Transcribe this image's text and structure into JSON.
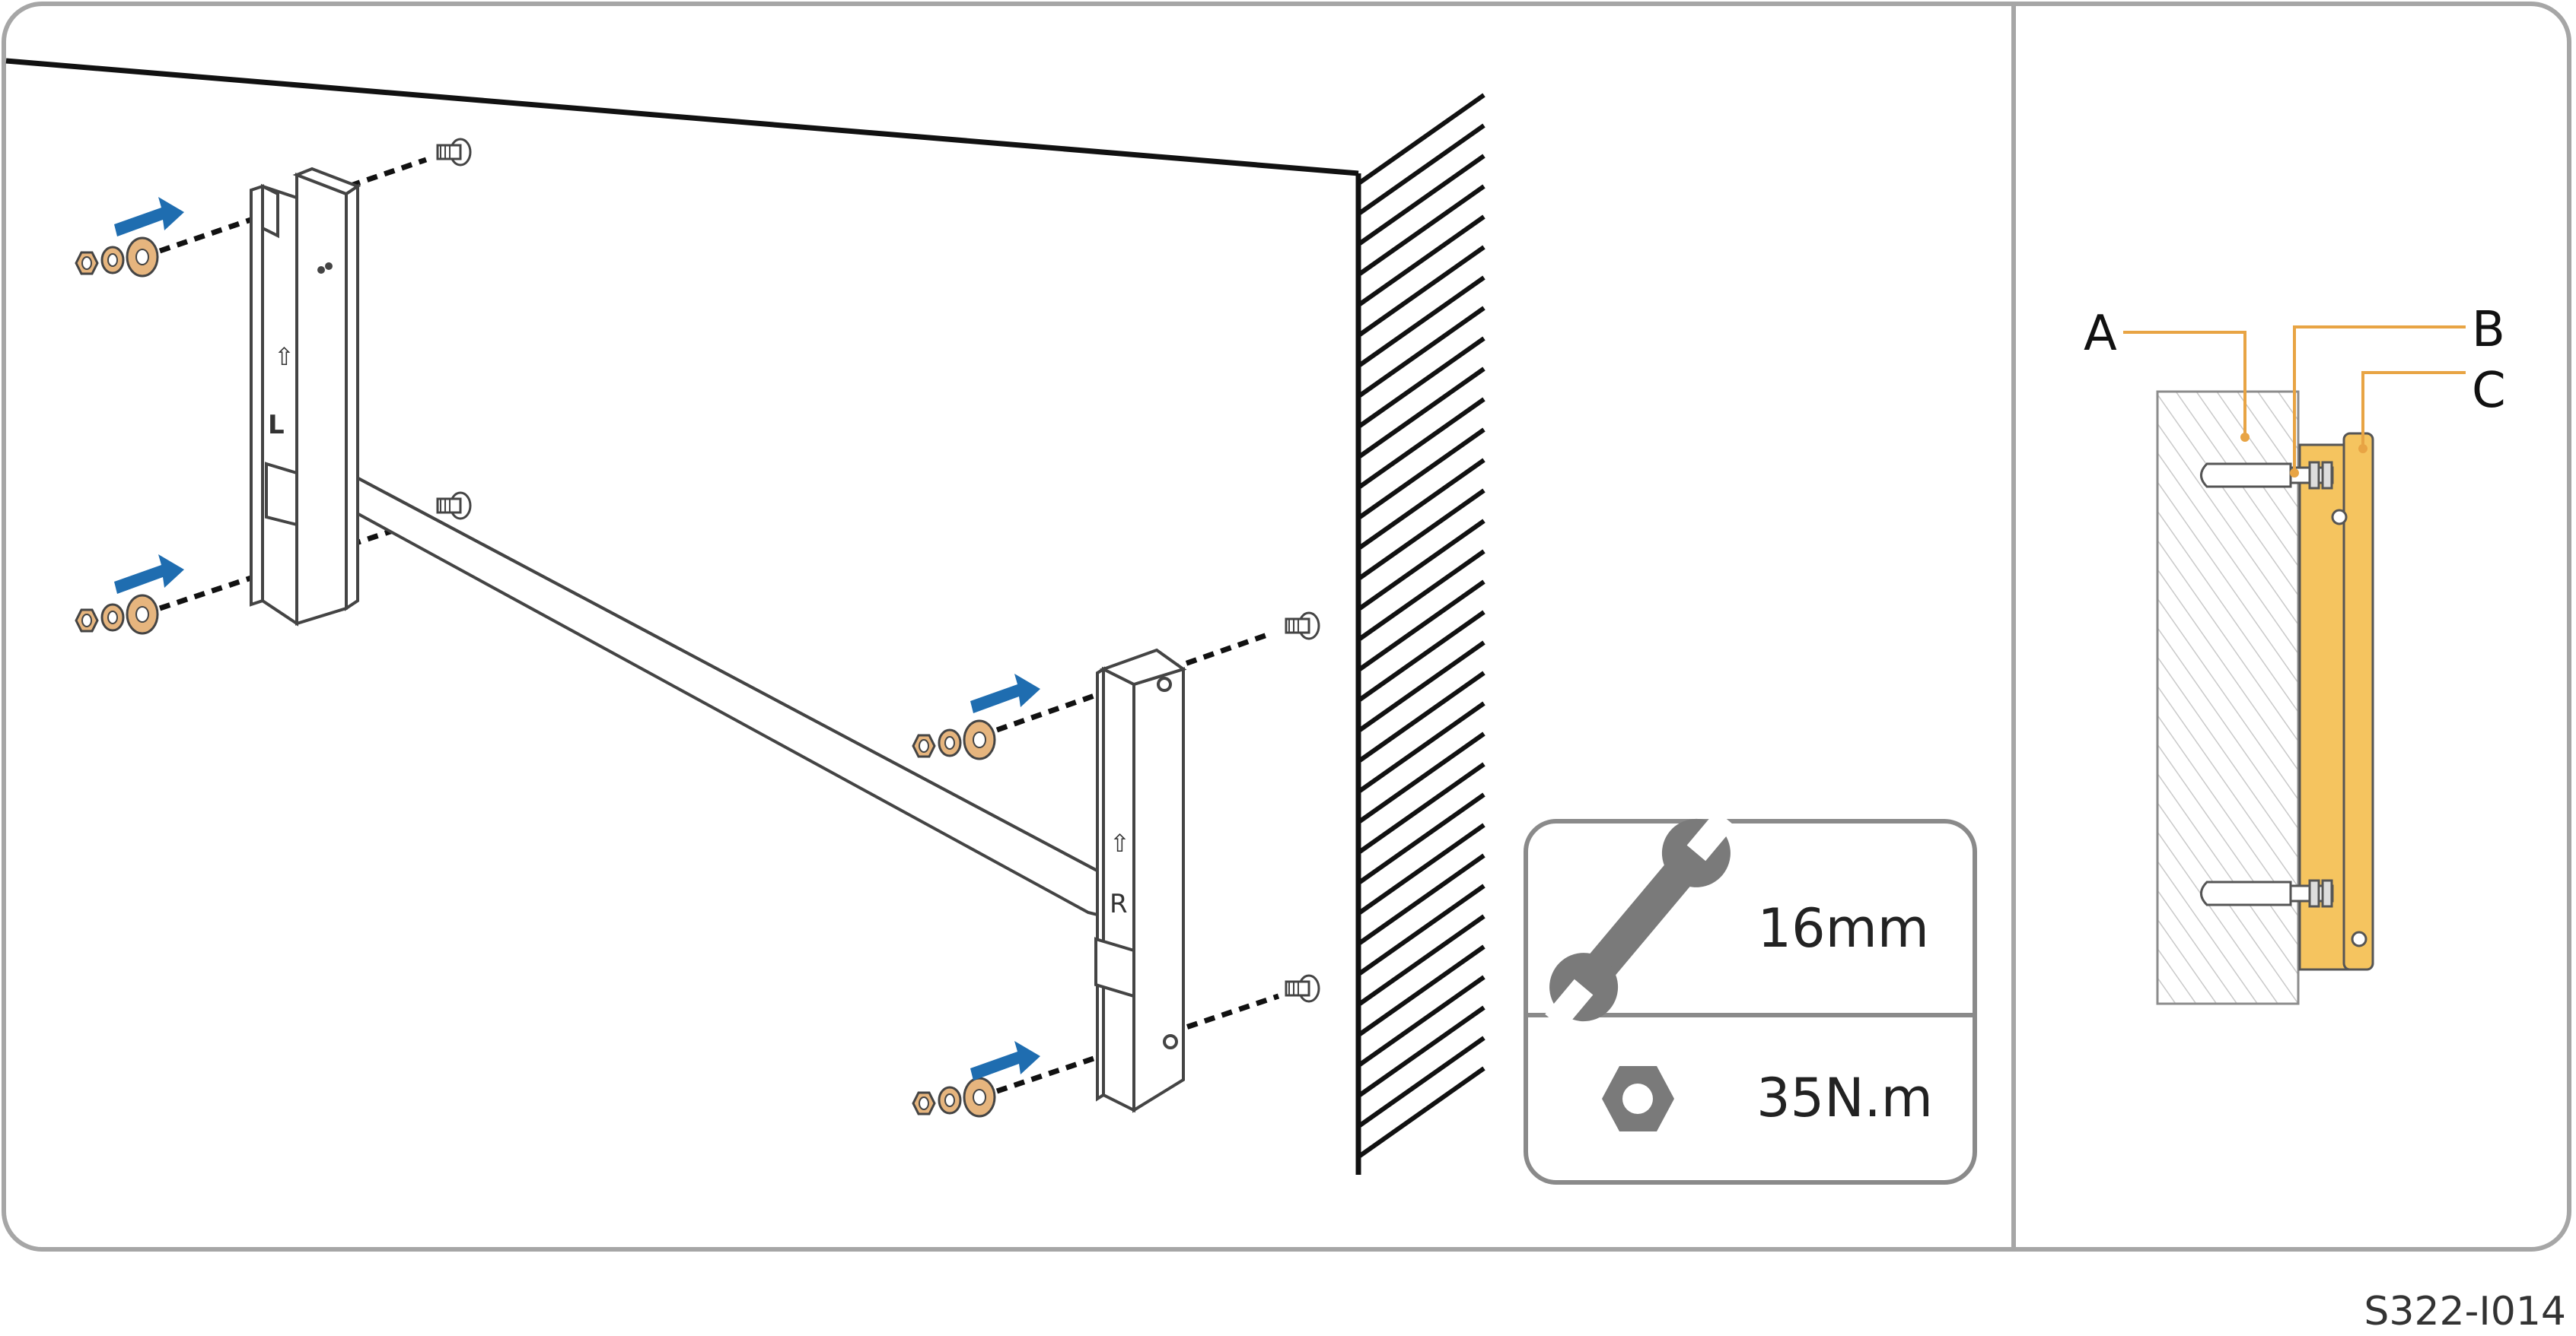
{
  "bracket_labels": {
    "left": "L",
    "right": "R"
  },
  "tool_box": {
    "wrench_size": "16mm",
    "torque": "35N.m",
    "wrench_icon": "wrench-icon",
    "nut_icon": "hex-nut-icon"
  },
  "detail": {
    "label_a": "A",
    "label_b": "B",
    "label_c": "C"
  },
  "figure_code": "S322-I014",
  "colors": {
    "frame": "#a6a6a6",
    "arrow": "#1f6db0",
    "washer": "#e0b27a",
    "bracket": "#f5c45f",
    "leader": "#e8a444",
    "wall_hatch": "#c8c8c8"
  }
}
